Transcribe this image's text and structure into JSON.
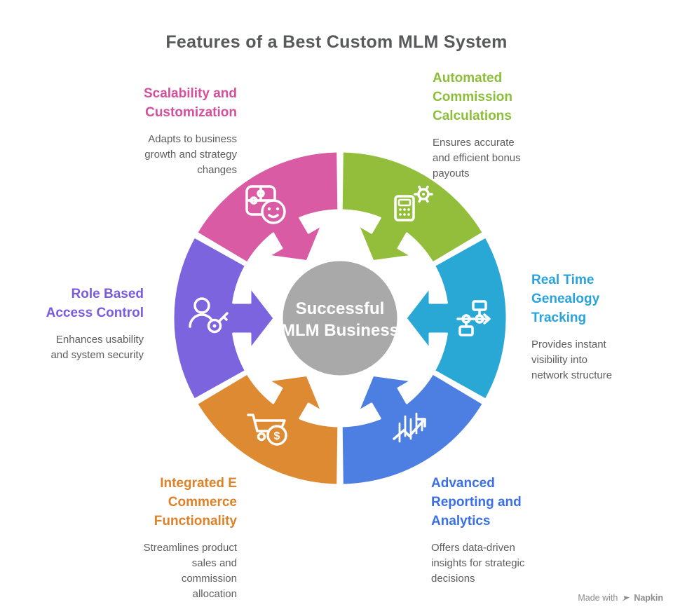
{
  "title": "Features of a Best Custom MLM System",
  "center": {
    "label": "Successful MLM Business",
    "fill_color": "#A9A9A9",
    "text_color": "#FFFFFF"
  },
  "segments": [
    {
      "id": "scalability",
      "title": "Scalability and Customization",
      "description": "Adapts to business growth and strategy changes",
      "color": "#D95BA4",
      "text_color": "#D44F9C",
      "icon": "puzzle-smiley-icon",
      "position": "top-left"
    },
    {
      "id": "automated-commission",
      "title": "Automated Commission Calculations",
      "description": "Ensures accurate and efficient bonus payouts",
      "color": "#93BE3B",
      "text_color": "#8CBE3A",
      "icon": "calculator-gear-icon",
      "position": "top-right"
    },
    {
      "id": "genealogy-tracking",
      "title": "Real Time Genealogy Tracking",
      "description": "Provides instant visibility into network structure",
      "color": "#29A8D6",
      "text_color": "#29A3DB",
      "icon": "flowchart-icon",
      "position": "right"
    },
    {
      "id": "reporting-analytics",
      "title": "Advanced Reporting and Analytics",
      "description": "Offers data-driven insights for strategic decisions",
      "color": "#4D7EE2",
      "text_color": "#3B6FE6",
      "icon": "chart-arrow-icon",
      "position": "bottom-right"
    },
    {
      "id": "ecommerce",
      "title": "Integrated E Commerce Functionality",
      "description": "Streamlines product sales and commission allocation",
      "color": "#DE8A33",
      "text_color": "#DD8228",
      "icon": "cart-dollar-icon",
      "position": "bottom-left"
    },
    {
      "id": "access-control",
      "title": "Role Based Access Control",
      "description": "Enhances usability and system security",
      "color": "#7C64DF",
      "text_color": "#7A5BE0",
      "icon": "user-key-icon",
      "position": "left"
    }
  ],
  "footer": {
    "made_with": "Made with",
    "brand": "Napkin"
  }
}
